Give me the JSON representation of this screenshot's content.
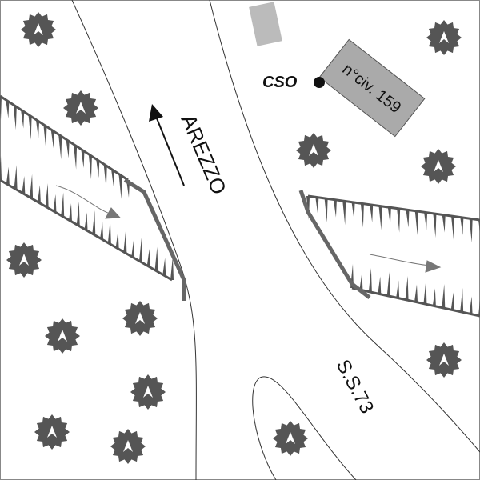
{
  "labels": {
    "road_north": "AREZZO",
    "road_south": "S.S.73",
    "outfall": "CSO",
    "building": "n°civ. 159"
  },
  "colors": {
    "wall": "#7a7a7a",
    "building": "#aaaaaa",
    "tree": "#555555",
    "line": "#333333"
  }
}
